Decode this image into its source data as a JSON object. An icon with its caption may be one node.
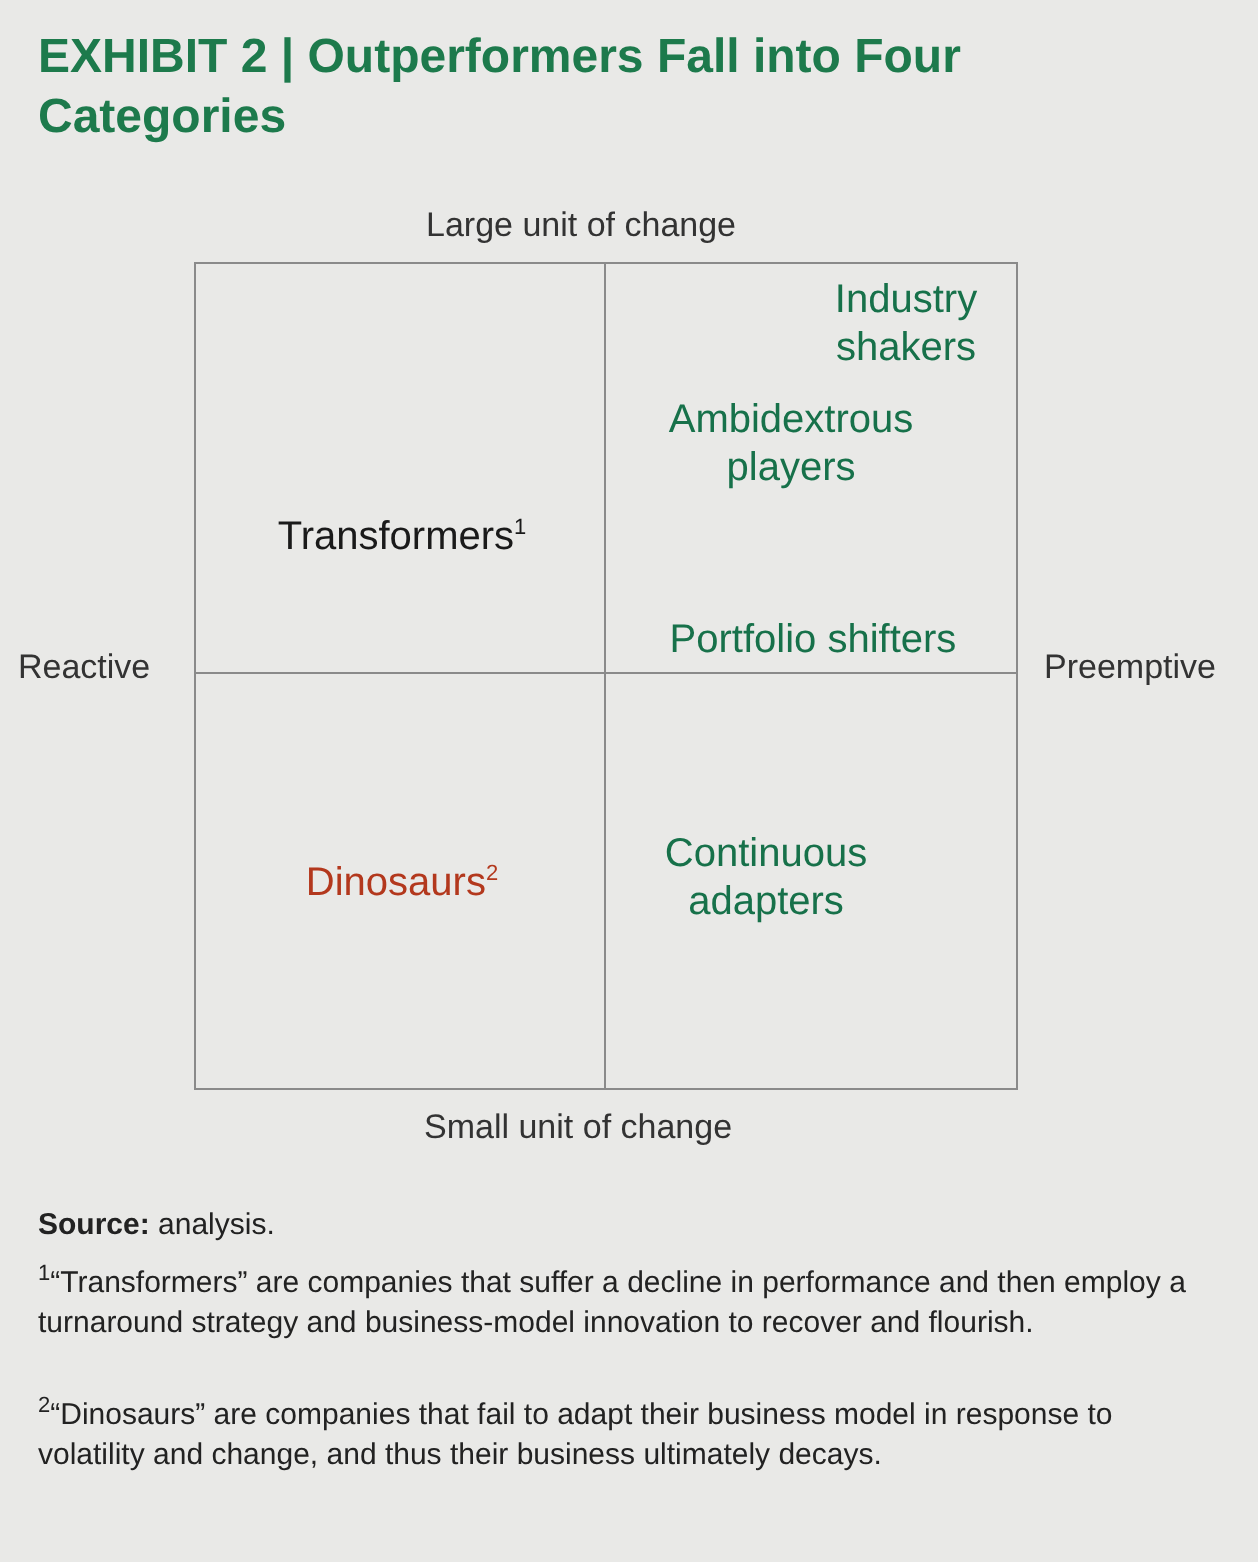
{
  "diagram": {
    "title": "EXHIBIT 2 | Outperformers Fall into Four Categories",
    "nodes": [
      {
        "text": [
          "Transformers$^{1}$"
        ]
      },
      {
        "text": [
          "Industry shakers",
          "Ambidextrous players",
          "Portfolio shifters"
        ]
      },
      {
        "text": [
          "Dinosaurs$^{2}$"
        ]
      },
      {
        "text": [
          "Continuous adapters"
        ]
      }
    ],
    "labels": [
      "Large unit of change",
      "Reactive",
      "Preemptive",
      "Small unit of change",
      "**Source:** analysis.",
      "$^{1}$“Transformers” are companies that suffer a decline in performance and then employ a turnaround strategy and business-model innovation to recover and flourish.",
      "$^{2}$“Dinosaurs” are companies that fail to adapt their business model in response to volatility and change, and thus their business ultimately decays."
    ]
  }
}
